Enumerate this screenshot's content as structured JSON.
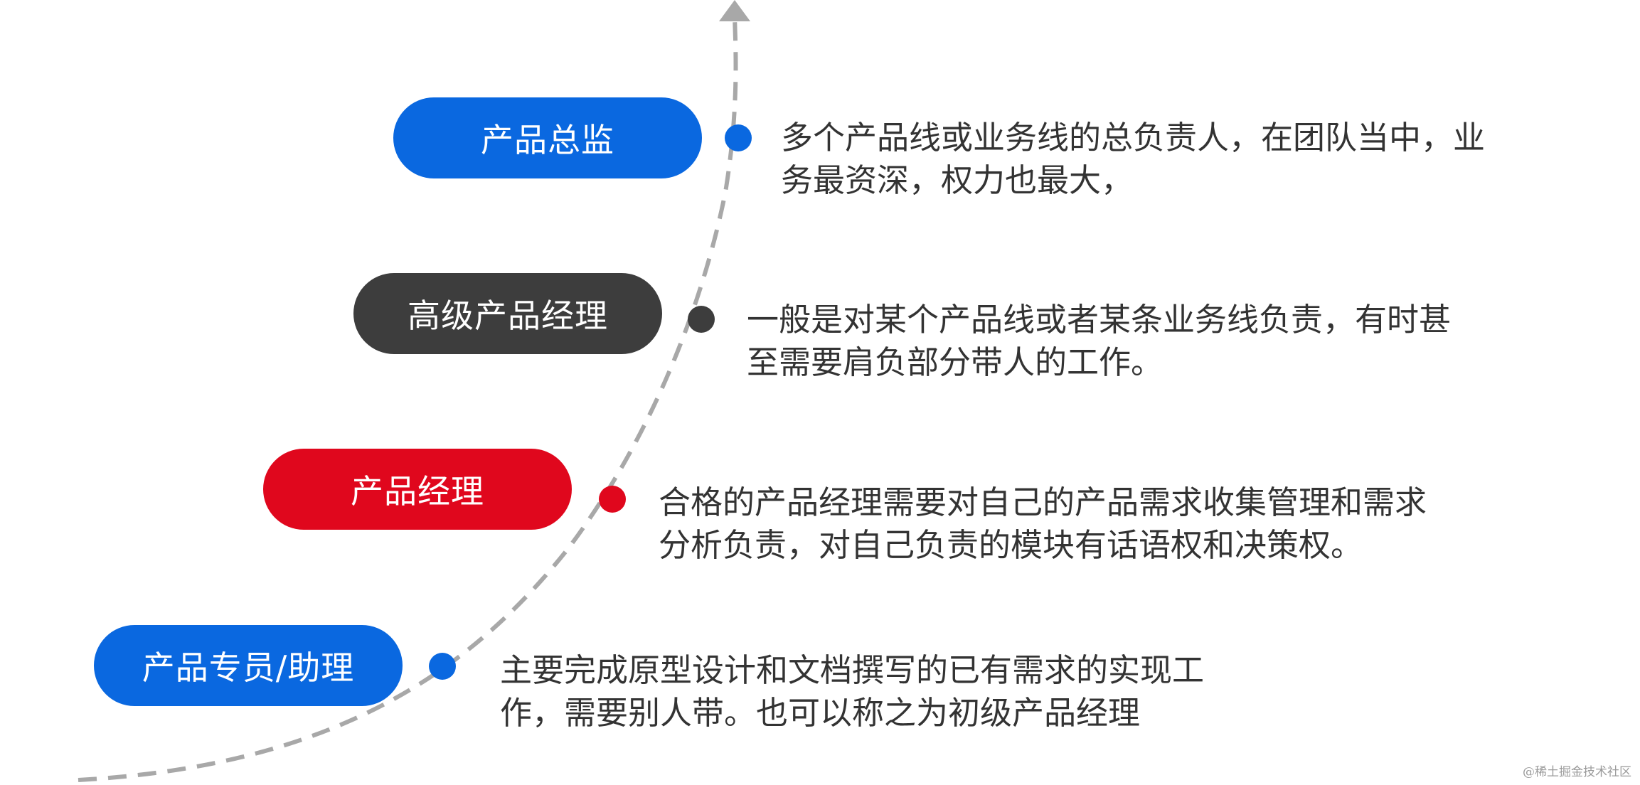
{
  "colors": {
    "blue": "#0a68e0",
    "dark": "#3d3d3d",
    "red": "#e0071d",
    "curve": "#a8a8a8",
    "text": "#333333"
  },
  "levels": [
    {
      "title": "产品总监",
      "color": "#0a68e0",
      "desc_lines": [
        "多个产品线或业务线的总负责人，在团队当中，业",
        "务最资深，权力也最大，"
      ]
    },
    {
      "title": "高级产品经理",
      "color": "#3d3d3d",
      "desc_lines": [
        "一般是对某个产品线或者某条业务线负责，有时甚",
        "至需要肩负部分带人的工作。"
      ]
    },
    {
      "title": "产品经理",
      "color": "#e0071d",
      "desc_lines": [
        "合格的产品经理需要对自己的产品需求收集管理和需求",
        "分析负责，对自己负责的模块有话语权和决策权。"
      ]
    },
    {
      "title": "产品专员/助理",
      "color": "#0a68e0",
      "desc_lines": [
        "主要完成原型设计和文档撰写的已有需求的实现工",
        "作，需要别人带。也可以称之为初级产品经理"
      ]
    }
  ],
  "watermark": "@稀土掘金技术社区"
}
